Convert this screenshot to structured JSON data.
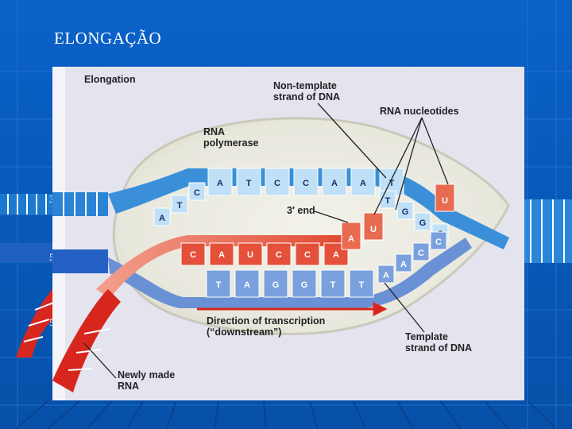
{
  "slide": {
    "title": "ELONGAÇÃO",
    "colors": {
      "background": "#0a5fc4",
      "grid": "#2f7fdc"
    }
  },
  "strand_ends": {
    "top_left": "3′",
    "mid_left": "5′",
    "bottom_left": "5′"
  },
  "figure": {
    "labels": {
      "panel": "Elongation",
      "non_template_1": "Non-template",
      "non_template_2": "strand of DNA",
      "rna_nucleotides": "RNA nucleotides",
      "rna_pol_1": "RNA",
      "rna_pol_2": "polymerase",
      "three_end": "3′ end",
      "direction_1": "Direction of transcription",
      "direction_2": "(“downstream”)",
      "template_1": "Template",
      "template_2": "strand of DNA",
      "newly_1": "Newly made",
      "newly_2": "RNA"
    },
    "bases": {
      "nontemplate_top": [
        "A",
        "T",
        "C",
        "C",
        "A",
        "A",
        "T"
      ],
      "nontemplate_left": [
        "A",
        "T",
        "C"
      ],
      "nontemplate_right": [
        "T",
        "G",
        "G",
        "C"
      ],
      "rna": [
        "C",
        "A",
        "U",
        "C",
        "C",
        "A"
      ],
      "template": [
        "T",
        "A",
        "G",
        "G",
        "T",
        "T"
      ],
      "template_right": [
        "A",
        "A",
        "C",
        "C"
      ],
      "free_nucleotides": [
        "A",
        "U",
        "U"
      ]
    },
    "colors": {
      "nontemplate": "#3b8fd6",
      "template": "#6f95d6",
      "rna": "#e0513a",
      "polymerase": "#e8e8df",
      "panel_bg": "#e4e4ef"
    }
  }
}
